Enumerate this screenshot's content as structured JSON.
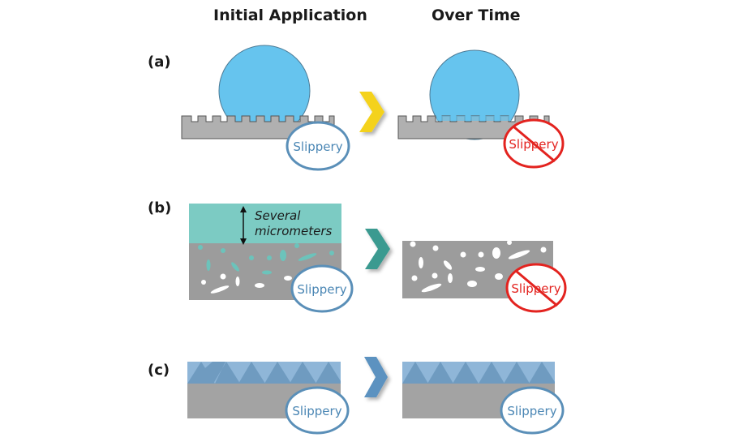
{
  "headers": {
    "initial": "Initial Application",
    "over_time": "Over Time"
  },
  "rows": [
    {
      "label": "(a)",
      "initial_badge": "Slippery",
      "over_time_badge": "Slippery",
      "over_time_crossed": true
    },
    {
      "label": "(b)",
      "initial_badge": "Slippery",
      "over_time_badge": "Slippery",
      "over_time_crossed": true,
      "annotation_line1": "Several",
      "annotation_line2": "micrometers"
    },
    {
      "label": "(c)",
      "initial_badge": "Slippery",
      "over_time_badge": "Slippery",
      "over_time_crossed": false
    }
  ],
  "colors": {
    "droplet": "#66c4ee",
    "substrate": "#a9a9a9",
    "teal_layer": "#7ccbc3",
    "teal_particles": "#6cc3bb",
    "blue_layer": "#8fb6d8",
    "blue_triangles": "#6f9bc0",
    "slippery_ok": "#4a86b4",
    "slippery_bad": "#e3231f",
    "arrow_a": "#f4d21f",
    "arrow_b": "#3a9a90",
    "arrow_c": "#5b92c0"
  }
}
